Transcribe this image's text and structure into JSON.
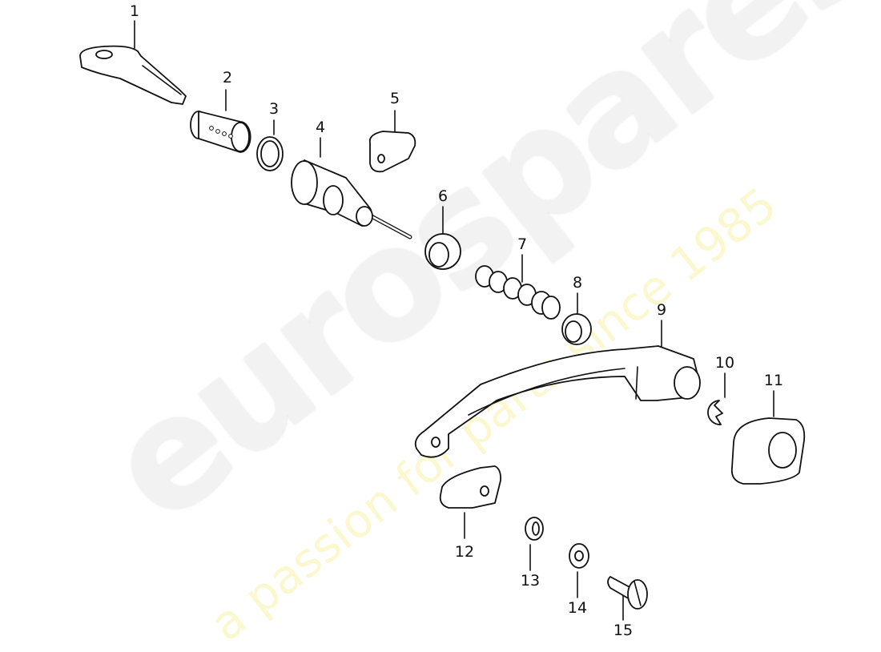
{
  "diagram": {
    "type": "exploded-parts-diagram",
    "subject": "door lock cylinder and pull handle assembly",
    "watermark": {
      "brand": "eurospares",
      "tagline": "a passion for parts since 1985",
      "brand_color": "#f0f0f0",
      "tagline_color": "#fbf6c8"
    },
    "parts": [
      {
        "number": "1",
        "shape": "key"
      },
      {
        "number": "2",
        "shape": "lock-cylinder"
      },
      {
        "number": "3",
        "shape": "circlip-ring"
      },
      {
        "number": "4",
        "shape": "lock-housing-with-pin"
      },
      {
        "number": "5",
        "shape": "flat-plate"
      },
      {
        "number": "6",
        "shape": "seal-ring"
      },
      {
        "number": "7",
        "shape": "coil-spring"
      },
      {
        "number": "8",
        "shape": "washer-ring"
      },
      {
        "number": "9",
        "shape": "pull-handle"
      },
      {
        "number": "10",
        "shape": "e-clip"
      },
      {
        "number": "11",
        "shape": "escutcheon-gasket"
      },
      {
        "number": "12",
        "shape": "end-pad"
      },
      {
        "number": "13",
        "shape": "small-washer"
      },
      {
        "number": "14",
        "shape": "flat-washer"
      },
      {
        "number": "15",
        "shape": "slotted-screw"
      }
    ]
  }
}
